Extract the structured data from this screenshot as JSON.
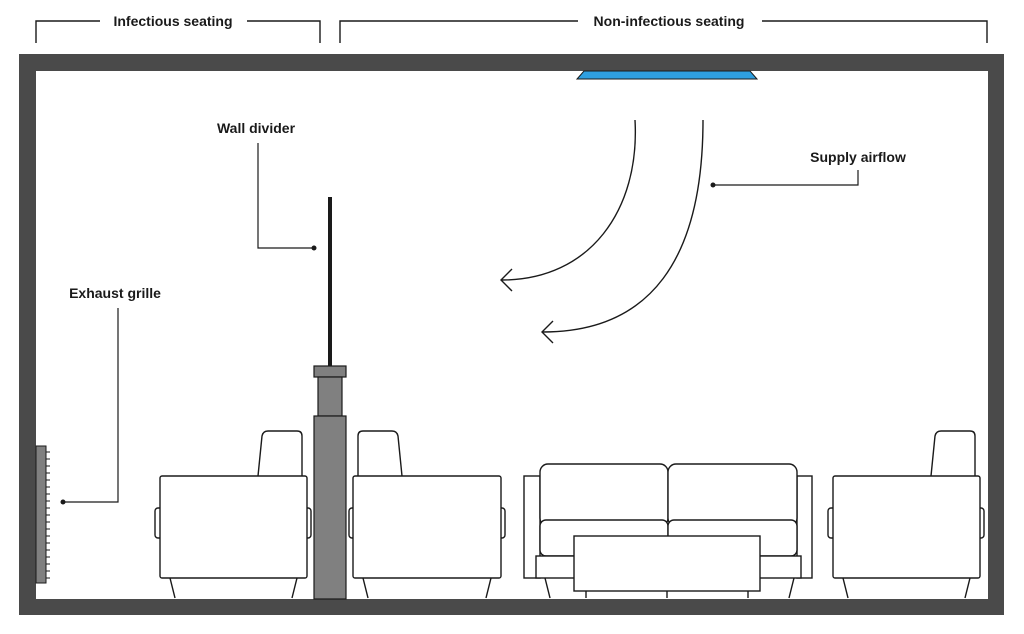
{
  "headers": {
    "infectious": "Infectious seating",
    "non_infectious": "Non-infectious seating"
  },
  "labels": {
    "wall_divider": "Wall divider",
    "supply_airflow": "Supply airflow",
    "exhaust_grille": "Exhaust grille"
  },
  "colors": {
    "wall": "#4a4a4a",
    "divider": "#808080",
    "supply_diffuser": "#2e9fe0",
    "line": "#1a1a1a"
  },
  "icons": {
    "diffuser": "supply-diffuser-icon",
    "arrow": "airflow-arrow-icon",
    "chair": "armchair-icon",
    "sofa": "sofa-icon",
    "table": "coffee-table-icon"
  }
}
